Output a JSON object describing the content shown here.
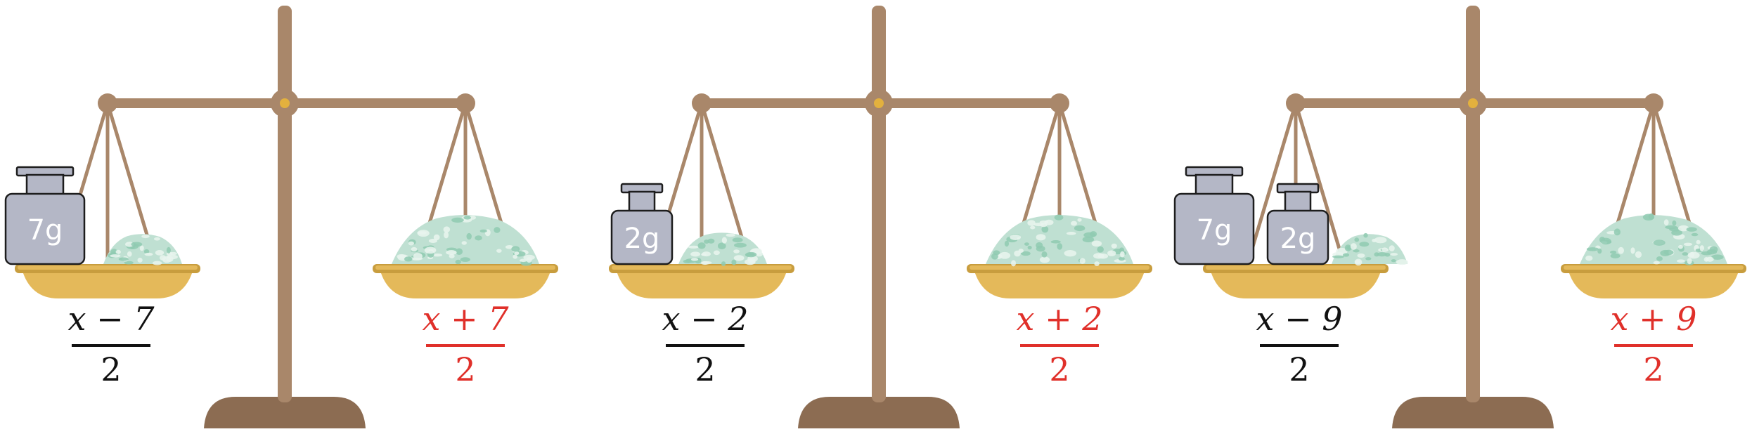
{
  "colors": {
    "stand": "#a9876a",
    "stand_dark": "#8c6c52",
    "pivot": "#e3b13e",
    "pan": "#e4b95a",
    "pan_dark": "#c89d3e",
    "weight_fill": "#b4b7c6",
    "weight_stroke": "#1d1d1d",
    "crystal": "#bfe0d2",
    "crystal_dark": "#8fcab2",
    "black": "#111111",
    "red": "#e0302a"
  },
  "scales": [
    {
      "left_weights": [
        "7g"
      ],
      "left_expression": {
        "numerator": "x − 7",
        "denominator": "2",
        "color": "black"
      },
      "right_expression": {
        "numerator": "x + 7",
        "denominator": "2",
        "color": "red"
      }
    },
    {
      "left_weights": [
        "2g"
      ],
      "left_expression": {
        "numerator": "x − 2",
        "denominator": "2",
        "color": "black"
      },
      "right_expression": {
        "numerator": "x + 2",
        "denominator": "2",
        "color": "red"
      }
    },
    {
      "left_weights": [
        "7g",
        "2g"
      ],
      "left_expression": {
        "numerator": "x − 9",
        "denominator": "2",
        "color": "black"
      },
      "right_expression": {
        "numerator": "x + 9",
        "denominator": "2",
        "color": "red"
      }
    }
  ]
}
